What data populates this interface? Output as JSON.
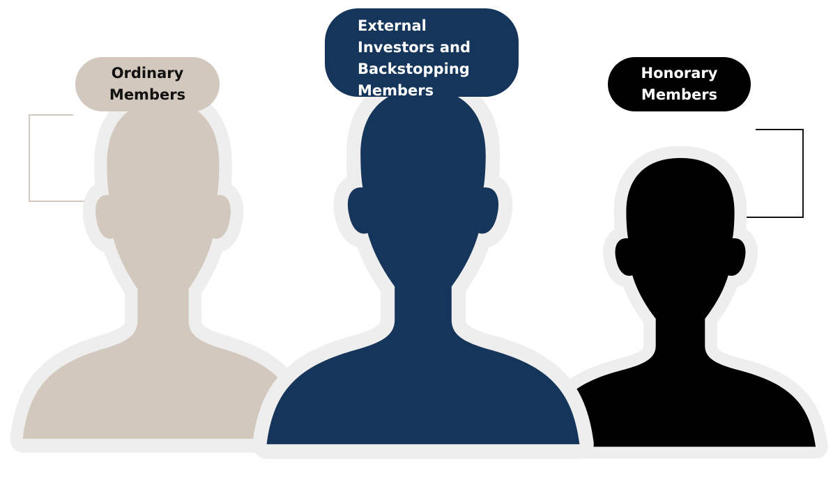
{
  "colors": {
    "ordinary": "#d3c8bd",
    "external": "#15355a",
    "honorary": "#000000",
    "halo": "#eeeeee",
    "bracket_ordinary": "#d3c8bd",
    "bracket_external": "#15355a",
    "bracket_honorary": "#111111"
  },
  "members": [
    {
      "key": "ordinary",
      "label_lines": [
        "Ordinary",
        "Members"
      ],
      "icon": "person-silhouette-icon"
    },
    {
      "key": "external",
      "label_lines": [
        "External",
        "Investors and",
        "Backstopping",
        "Members"
      ],
      "icon": "person-silhouette-icon"
    },
    {
      "key": "honorary",
      "label_lines": [
        "Honorary",
        "Members"
      ],
      "icon": "person-silhouette-icon"
    }
  ]
}
